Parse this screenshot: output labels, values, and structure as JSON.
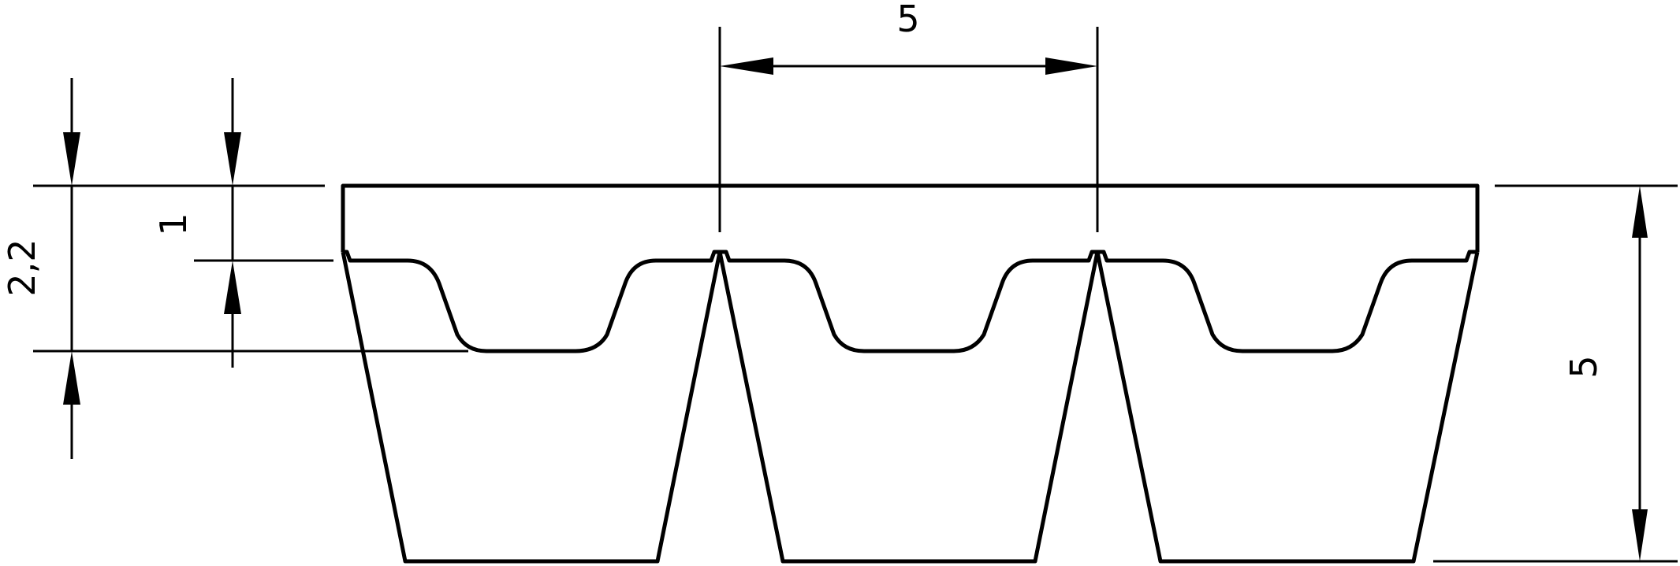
{
  "drawing": {
    "colors": {
      "line": "#000000",
      "background": "#ffffff"
    },
    "dimensions": {
      "pitch": "5",
      "overall_height": "5",
      "rib_depth": "2,2",
      "top_offset": "1"
    }
  }
}
